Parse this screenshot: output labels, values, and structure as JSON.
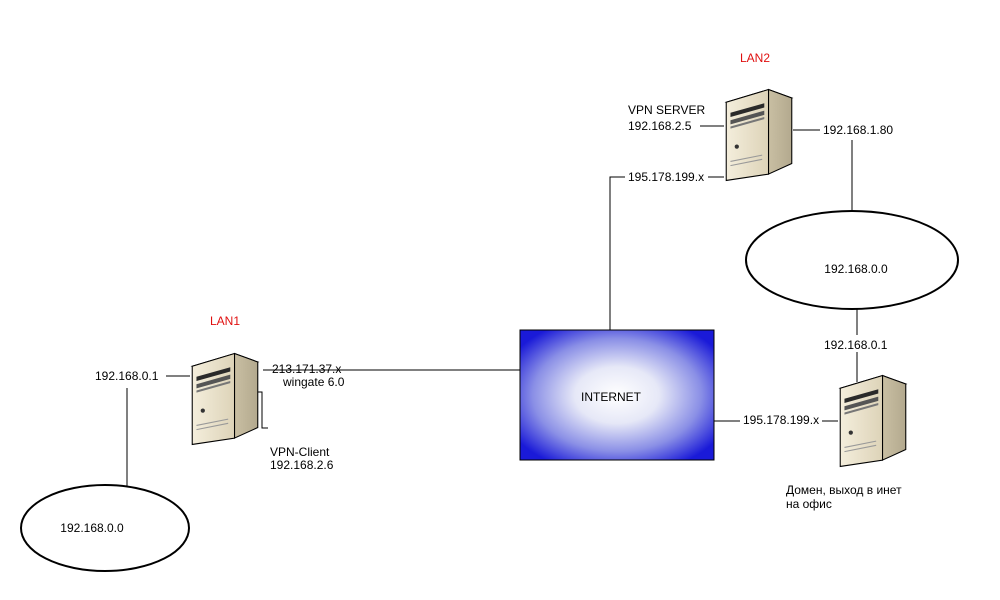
{
  "lan1": {
    "title": "LAN1",
    "gateway_ip": "192.168.0.1",
    "network": "192.168.0.0",
    "external_ip": "213.171.37.x",
    "gateway_software": "wingate 6.0",
    "client_name": "VPN-Client",
    "client_ip": "192.168.2.6"
  },
  "lan2": {
    "title": "LAN2",
    "server_name": "VPN SERVER",
    "server_ip": "192.168.2.5",
    "server_lan_ip": "192.168.1.80",
    "server_external_ip": "195.178.199.x",
    "network": "192.168.0.0",
    "office_gateway_ip": "192.168.0.1",
    "office_external_ip": "195.178.199.x",
    "office_caption_line1": "Домен, выход в инет",
    "office_caption_line2": "на офис"
  },
  "internet": {
    "label": "INTERNET"
  },
  "colors": {
    "lan_title": "#e01010",
    "internet_center": "#ffffff",
    "internet_edge": "#1010e0"
  },
  "icons": {
    "server": "server-tower-icon",
    "network": "network-ellipse"
  }
}
